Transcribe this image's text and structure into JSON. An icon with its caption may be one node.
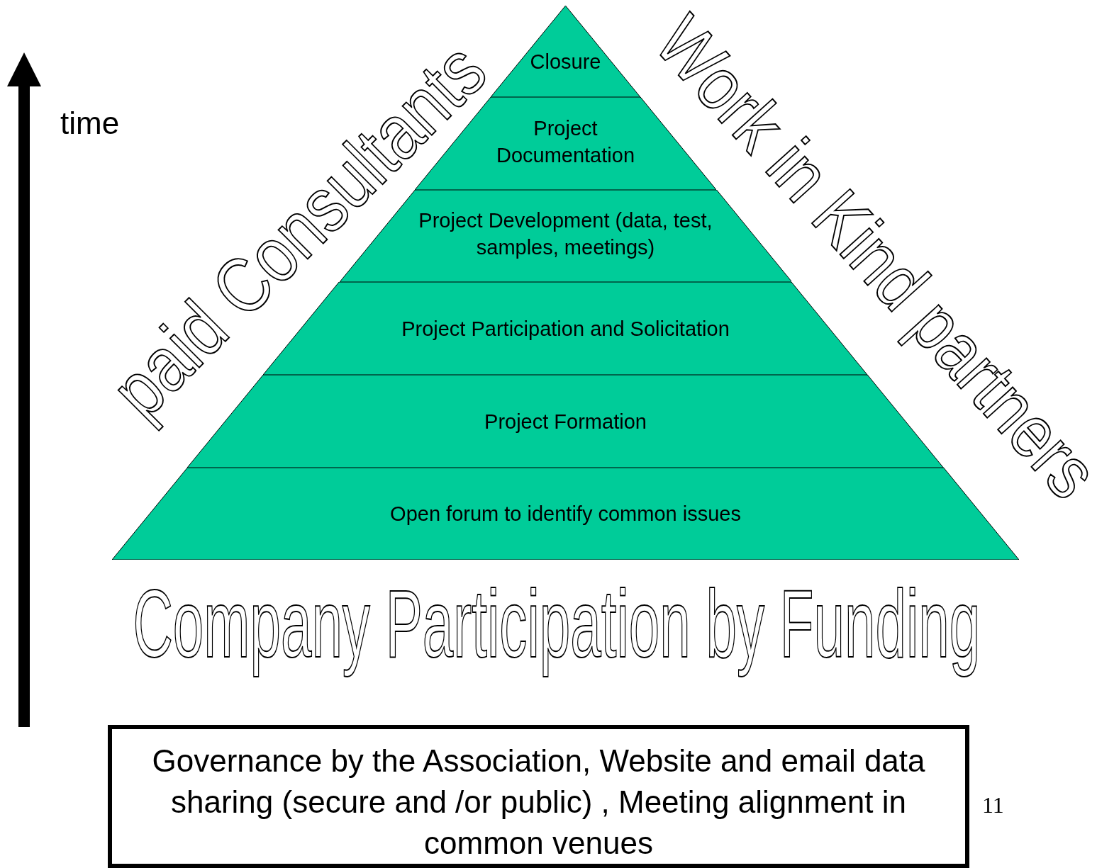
{
  "diagram": {
    "nodes": [
      {
        "text": [
          "Closure"
        ]
      },
      {
        "text": [
          "Project Documentation"
        ]
      },
      {
        "text": [
          "Project Development (data, test, samples, meetings)"
        ]
      },
      {
        "text": [
          "Project Participation and Solicitation"
        ]
      },
      {
        "text": [
          "Project Formation"
        ]
      },
      {
        "text": [
          "Open forum to identify common issues"
        ]
      },
      {
        "text": [
          "Governance by the Association, Website and email data sharing (secure and /or public) , Meeting alignment in common venues"
        ]
      }
    ],
    "labels": [
      "time",
      "paid Consultants",
      "Work in Kind partners",
      "Company Participation by Funding",
      "11"
    ]
  }
}
